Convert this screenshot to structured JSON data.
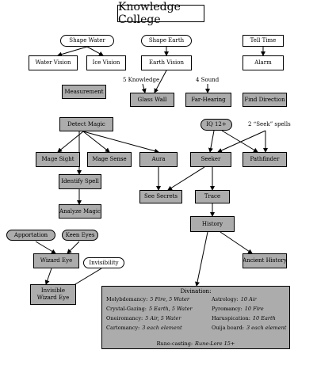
{
  "title": "Knowledge College",
  "spells": {
    "shape_water": "Shape Water",
    "shape_earth": "Shape Earth",
    "tell_time": "Tell Time",
    "water_vision": "Water Vision",
    "ice_vision": "Ice Vision",
    "earth_vision": "Earth Vision",
    "alarm": "Alarm",
    "measurement": "Measurement",
    "glass_wall": "Glass Wall",
    "far_hearing": "Far-Hearing",
    "find_direction": "Find Direction",
    "detect_magic": "Detect Magic",
    "iq_12": "IQ 12+",
    "mage_sight": "Mage Sight",
    "mage_sense": "Mage Sense",
    "aura": "Aura",
    "seeker": "Seeker",
    "pathfinder": "Pathfinder",
    "identify_spell": "Identify Spell",
    "see_secrets": "See Secrets",
    "trace": "Trace",
    "analyze_magic": "Analyze Magic",
    "history": "History",
    "apportation": "Apportation",
    "keen_eyes": "Keen Eyes",
    "wizard_eye": "Wizard Eye",
    "invisibility": "Invisibility",
    "ancient_history": "Ancient History",
    "invisible_wizard_eye_line1": "Invisible",
    "invisible_wizard_eye_line2": "Wizard Eye"
  },
  "notes": {
    "five_knowledge": "5 Knowledge",
    "four_sound": "4 Sound",
    "two_seek": "2 “Seek” spells"
  },
  "divination": {
    "title": "Divination:",
    "left": [
      {
        "name": "Molybdomancy:",
        "req": "5 Fire, 5 Water"
      },
      {
        "name": "Crystal-Gazing:",
        "req": "5 Earth, 5 Water"
      },
      {
        "name": "Oneiromancy:",
        "req": "5 Air, 5 Water"
      },
      {
        "name": "Cartomancy:",
        "req": "3 each element"
      }
    ],
    "right": [
      {
        "name": "Astrology:",
        "req": "10 Air"
      },
      {
        "name": "Pyromancy:",
        "req": "10 Fire"
      },
      {
        "name": "Haruspication:",
        "req": "10 Earth"
      },
      {
        "name": "Ouija board:",
        "req": "3 each element"
      }
    ],
    "footer_name": "Rune-casting:",
    "footer_req": "Rune-Lore 15+"
  }
}
